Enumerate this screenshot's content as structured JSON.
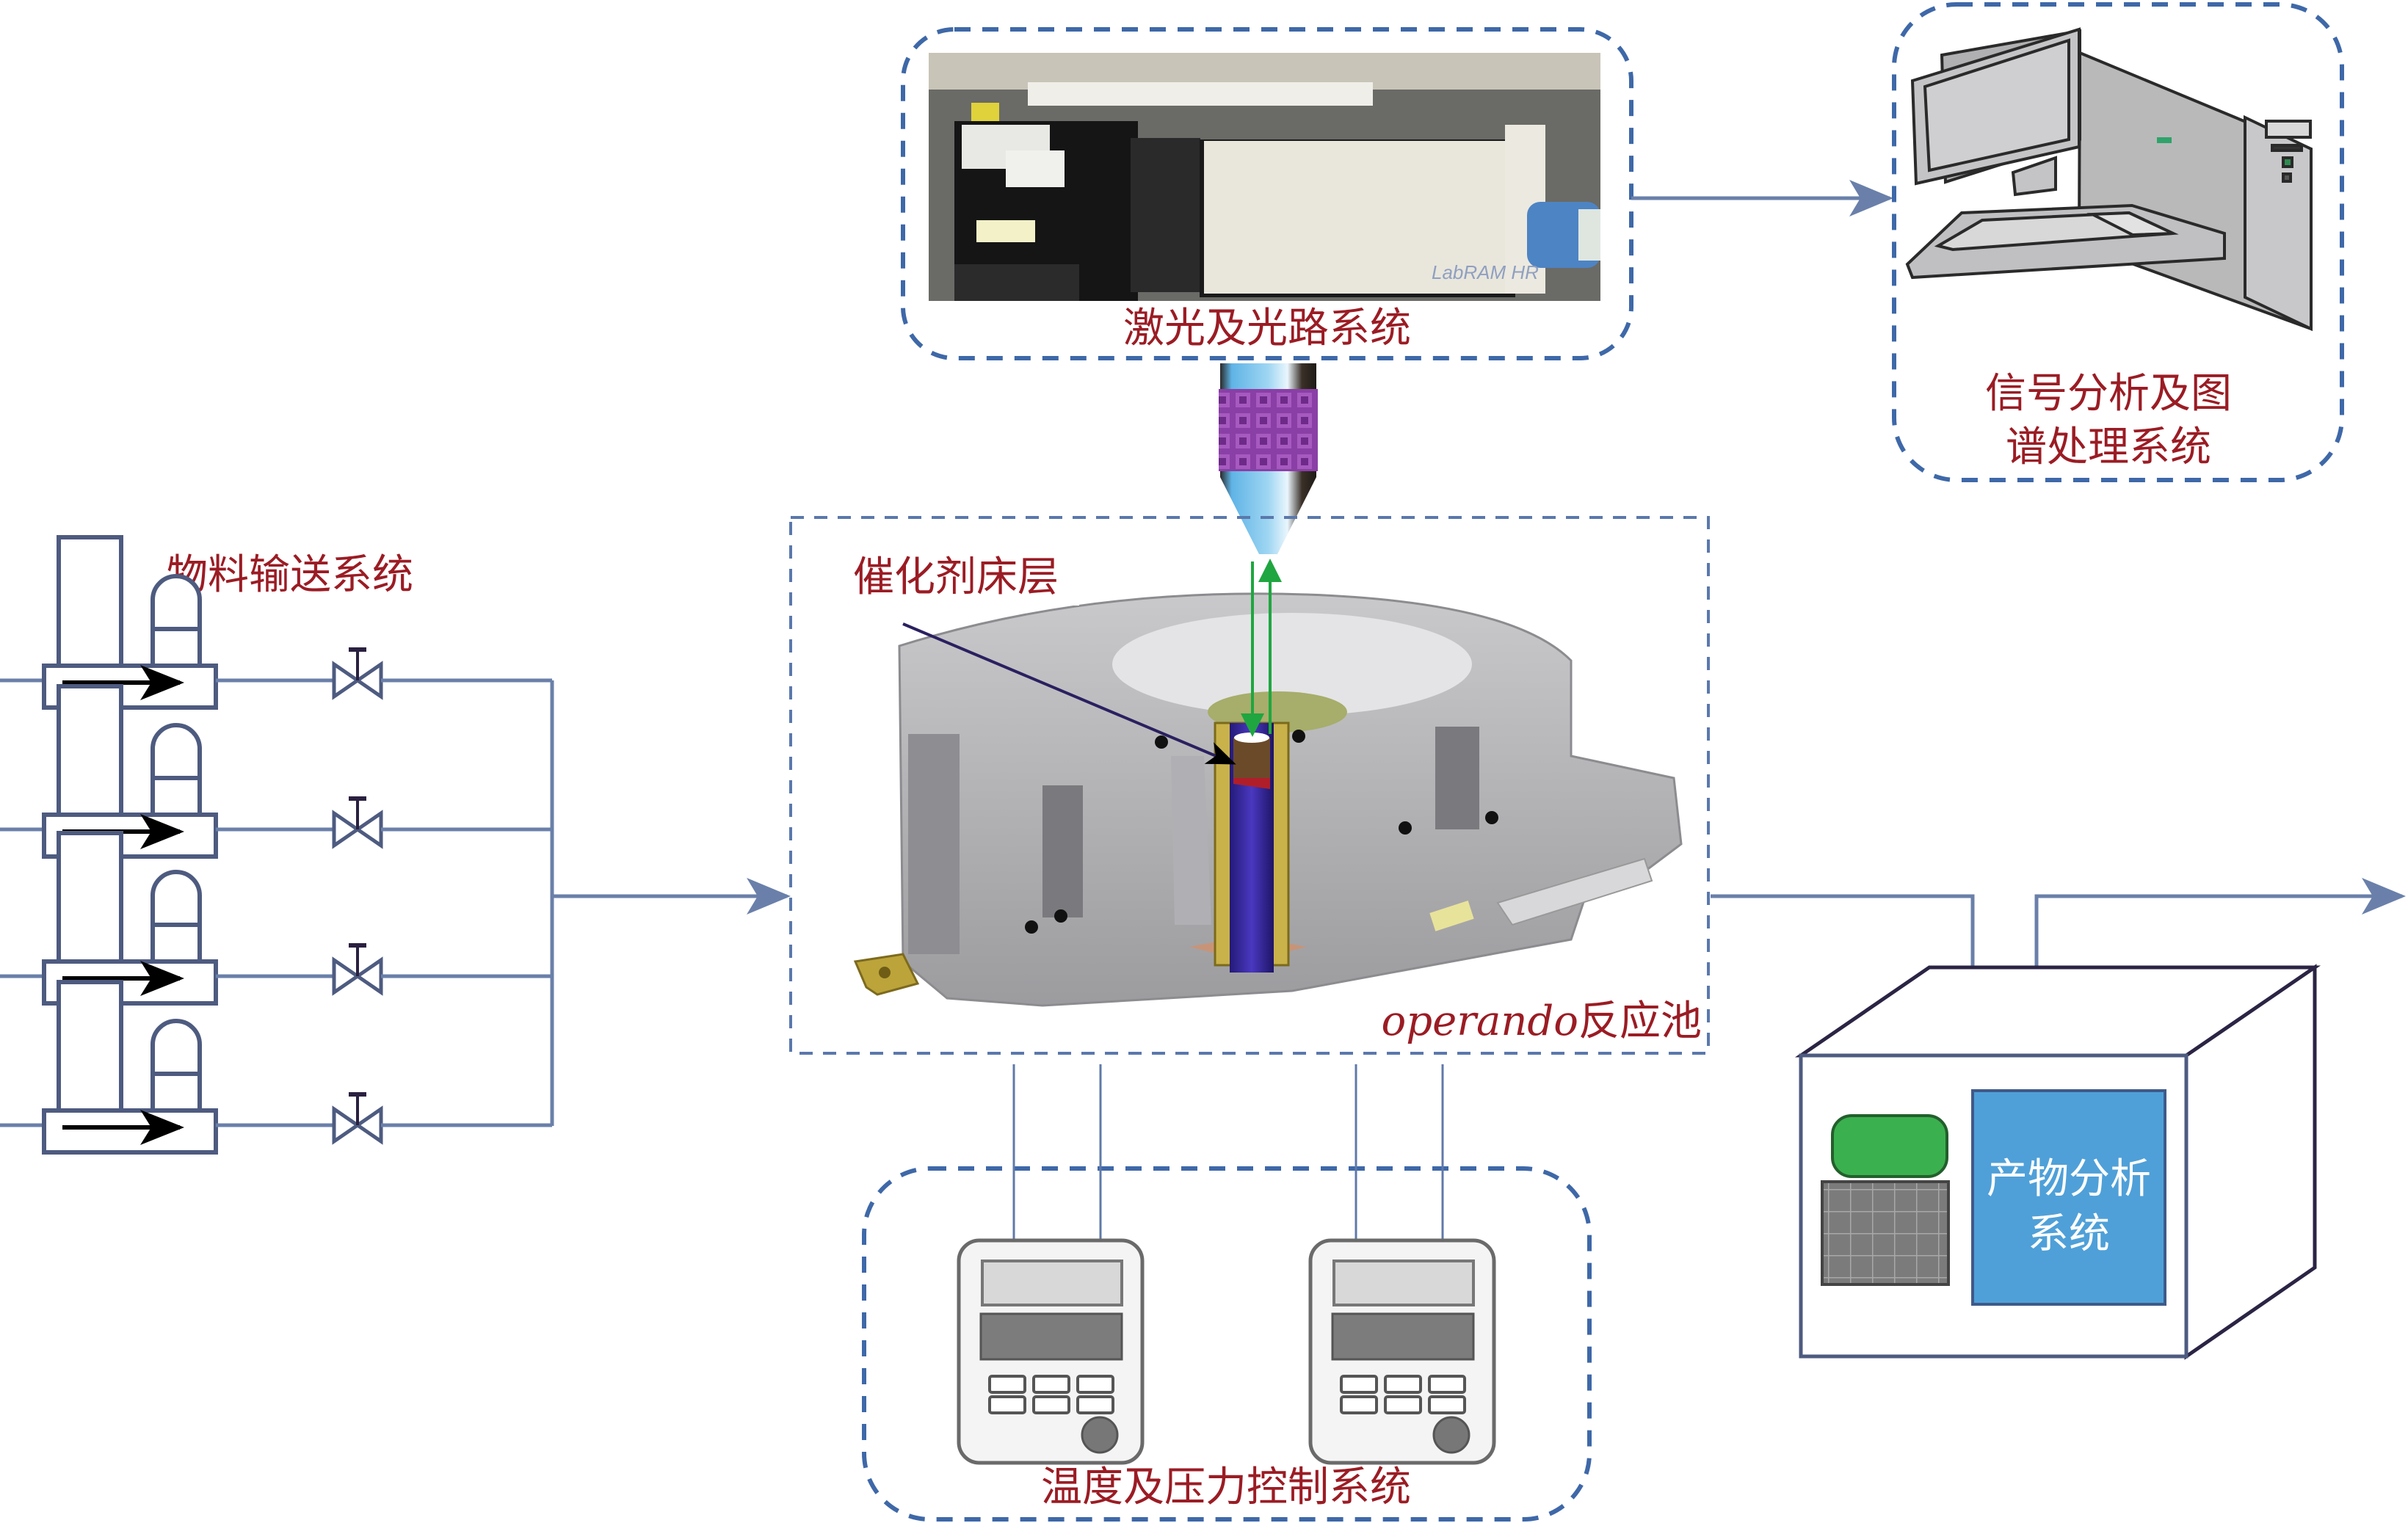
{
  "figure": {
    "title": "operando Raman reaction system schematic"
  },
  "laser_system": {
    "label": "激光及光路系统",
    "photo_caption": "LabRAM HR"
  },
  "signal_system": {
    "label_line1": "信号分析及图",
    "label_line2": "谱处理系统"
  },
  "feed_system": {
    "label": "物料输送系统",
    "pump_count": 4
  },
  "reactor": {
    "catalyst_label": "催化剂床层",
    "cell_label_italic": "operando",
    "cell_label_rest": "反应池"
  },
  "control_system": {
    "label": "温度及压力控制系统",
    "controller_count": 2
  },
  "product_system": {
    "label_line1": "产物分析",
    "label_line2": "系统"
  },
  "colors": {
    "label_red": "#9b1c24",
    "dashed_border_blue": "#3e68a8",
    "pipe_blue": "#6a80aa",
    "panel_blue": "#4fa0d8",
    "indicator_green": "#3bb04f",
    "laser_green": "#1fa640",
    "catalyst_purple": "#3a2a9a"
  }
}
